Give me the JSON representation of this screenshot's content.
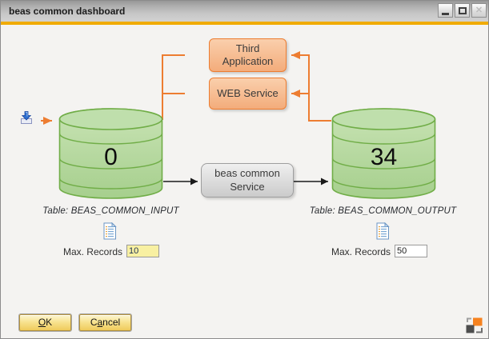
{
  "window": {
    "title": "beas common dashboard",
    "controls": {
      "minimize": "minimize",
      "maximize": "maximize",
      "close": "close"
    }
  },
  "colors": {
    "accent_stripe": "#F0AB00",
    "connector_orange": "#ED7D31",
    "connector_black": "#1a1a1a",
    "cylinder_fill": "#B7D9A2",
    "cylinder_border": "#70AD47",
    "orange_box_border": "#ED7D31",
    "yellow_field_bg": "#F8F0A2"
  },
  "diagram": {
    "third_application_label": "Third Application",
    "web_service_label": "WEB Service",
    "beas_service_label": "beas common Service",
    "input": {
      "count": "0",
      "table_label": "Table: BEAS_COMMON_INPUT",
      "max_records_label": "Max. Records",
      "max_records_value": "10"
    },
    "output": {
      "count": "34",
      "table_label": "Table: BEAS_COMMON_OUTPUT",
      "max_records_label": "Max. Records",
      "max_records_value": "50"
    }
  },
  "footer": {
    "ok_button": {
      "pre": "",
      "mnemonic": "O",
      "post": "K"
    },
    "cancel_button": {
      "pre": "C",
      "mnemonic": "a",
      "post": "ncel"
    }
  }
}
